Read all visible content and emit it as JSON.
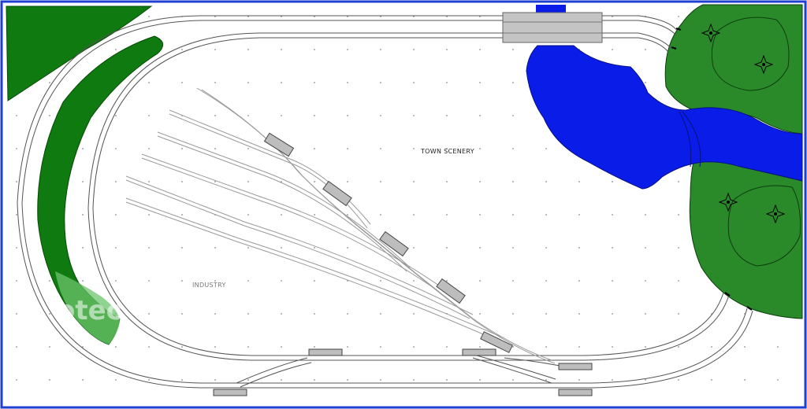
{
  "layout": {
    "labels": {
      "town": "TOWN SCENERY",
      "industry": "INDUSTRY"
    },
    "watermark": "otec",
    "colors": {
      "border": "#1f3fd0",
      "grass": "#0f7a0f",
      "grass_light": "#2f8a2f",
      "water": "#0a1de8",
      "track": "#555555",
      "track_light": "#9a9a9a",
      "platform": "#bdbdbd"
    },
    "icons": [
      "tree-icon",
      "tree-icon",
      "tree-icon",
      "tree-icon"
    ]
  }
}
